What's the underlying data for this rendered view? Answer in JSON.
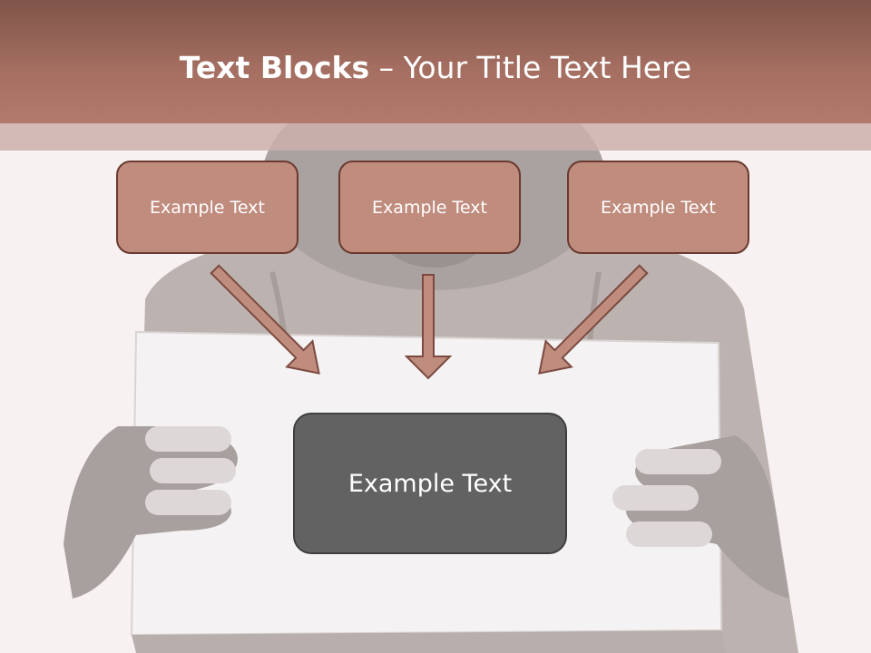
{
  "slide": {
    "title_bold": "Text Blocks",
    "title_rest": " – Your Title Text Here",
    "top_boxes": [
      {
        "label": "Example Text"
      },
      {
        "label": "Example Text"
      },
      {
        "label": "Example Text"
      }
    ],
    "center_box": {
      "label": "Example Text"
    }
  },
  "colors": {
    "title_bar": "#a46e61",
    "box_fill": "#c08c7e",
    "box_border": "#6a3a30",
    "center_fill": "#626262",
    "arrow_fill": "#c08c7e"
  }
}
